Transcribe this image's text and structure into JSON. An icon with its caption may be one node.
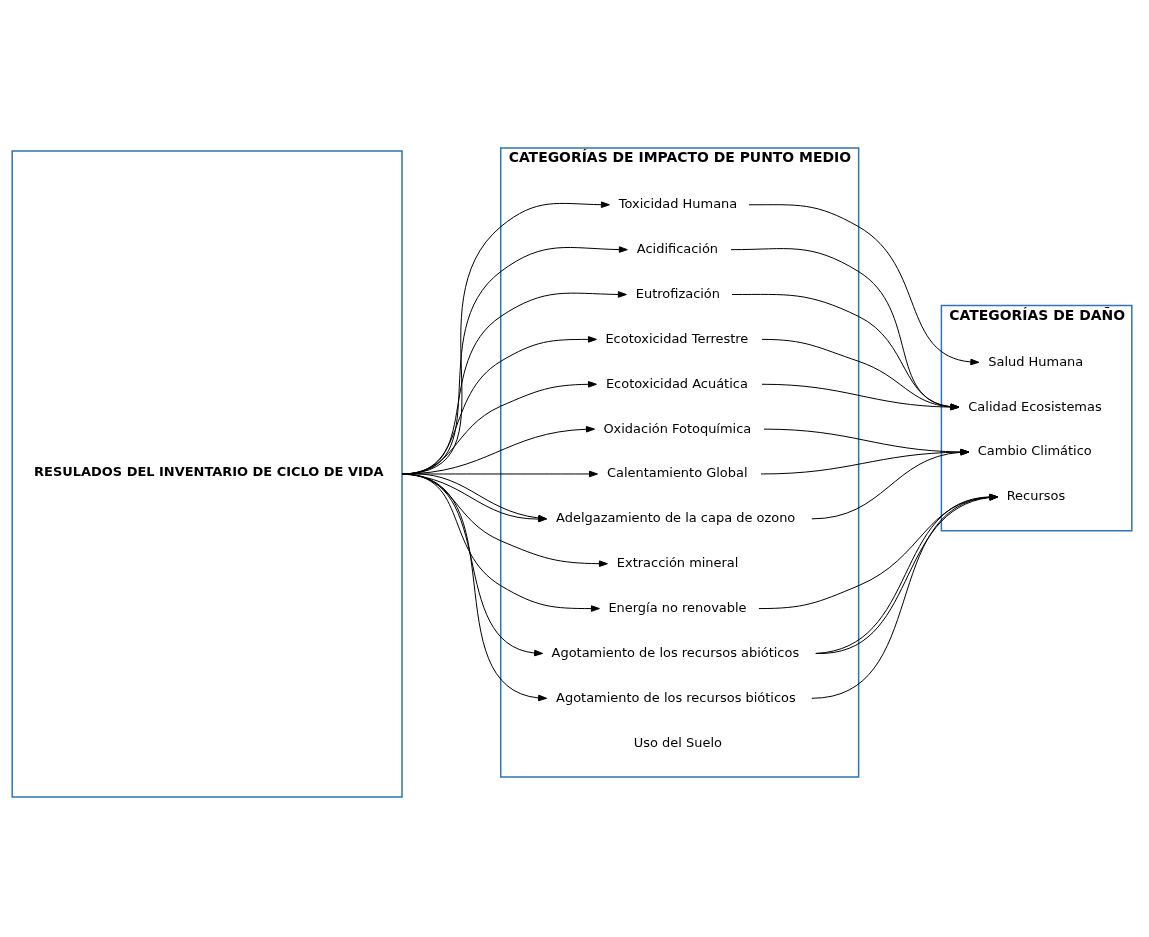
{
  "diagram": {
    "nodes": [
      {
        "text": [
          "RESULADOS DEL INVENTARIO DE CICLO DE VIDA"
        ]
      },
      {
        "text": [
          "CATEGORÍAS DE IMPACTO DE PUNTO MEDIO"
        ]
      },
      {
        "text": [
          "Toxicidad Humana"
        ],
        "in": 1
      },
      {
        "text": [
          "Acidificación"
        ],
        "in": 1
      },
      {
        "text": [
          "Eutrofización"
        ],
        "in": 1
      },
      {
        "text": [
          "Ecotoxicidad Terrestre"
        ],
        "in": 1
      },
      {
        "text": [
          "Ecotoxicidad Acuática"
        ],
        "in": 1
      },
      {
        "text": [
          "Oxidación Fotoquímica"
        ],
        "in": 1
      },
      {
        "text": [
          "Calentamiento Global"
        ],
        "in": 1
      },
      {
        "text": [
          "Adelgazamiento de la capa de ozono"
        ],
        "in": 1
      },
      {
        "text": [
          "Extracción mineral"
        ],
        "in": 1
      },
      {
        "text": [
          "Energía no renovable"
        ],
        "in": 1
      },
      {
        "text": [
          "Agotamiento de los recursos abióticos"
        ],
        "in": 1
      },
      {
        "text": [
          "Agotamiento de los recursos bióticos"
        ],
        "in": 1
      },
      {
        "text": [
          "Uso del Suelo"
        ],
        "in": 1
      },
      {
        "text": [
          "CATEGORÍAS DE DAÑO"
        ]
      },
      {
        "text": [
          "Salud Humana"
        ],
        "in": 15
      },
      {
        "text": [
          "Calidad Ecosistemas"
        ],
        "in": 15
      },
      {
        "text": [
          "Cambio Climático"
        ],
        "in": 15
      },
      {
        "text": [
          "Recursos"
        ],
        "in": 15
      }
    ],
    "edges": [
      {
        "from": 0,
        "to": 2,
        "arrow": "to"
      },
      {
        "from": 0,
        "to": 3,
        "arrow": "to"
      },
      {
        "from": 0,
        "to": 4,
        "arrow": "to"
      },
      {
        "from": 0,
        "to": 5,
        "arrow": "to"
      },
      {
        "from": 0,
        "to": 6,
        "arrow": "to"
      },
      {
        "from": 0,
        "to": 7,
        "arrow": "to"
      },
      {
        "from": 0,
        "to": 8,
        "arrow": "to"
      },
      {
        "from": 0,
        "to": 9,
        "arrow": "to"
      },
      {
        "from": 0,
        "to": 9,
        "arrow": "to"
      },
      {
        "from": 0,
        "to": 10,
        "arrow": "to"
      },
      {
        "from": 0,
        "to": 11,
        "arrow": "to"
      },
      {
        "from": 0,
        "to": 12,
        "arrow": "to"
      },
      {
        "from": 0,
        "to": 13,
        "arrow": "to"
      },
      {
        "from": 2,
        "to": 16,
        "arrow": "to"
      },
      {
        "from": 3,
        "to": 17,
        "arrow": "to"
      },
      {
        "from": 4,
        "to": 17,
        "arrow": "to"
      },
      {
        "from": 5,
        "to": 17,
        "arrow": "to"
      },
      {
        "from": 6,
        "to": 17,
        "arrow": "to"
      },
      {
        "from": 7,
        "to": 18,
        "arrow": "to"
      },
      {
        "from": 8,
        "to": 18,
        "arrow": "to"
      },
      {
        "from": 9,
        "to": 18,
        "arrow": "to"
      },
      {
        "from": 11,
        "to": 19,
        "arrow": "to"
      },
      {
        "from": 12,
        "to": 19,
        "arrow": "to"
      },
      {
        "from": 12,
        "to": 19,
        "arrow": "to"
      },
      {
        "from": 13,
        "to": 19,
        "arrow": "to"
      }
    ]
  }
}
